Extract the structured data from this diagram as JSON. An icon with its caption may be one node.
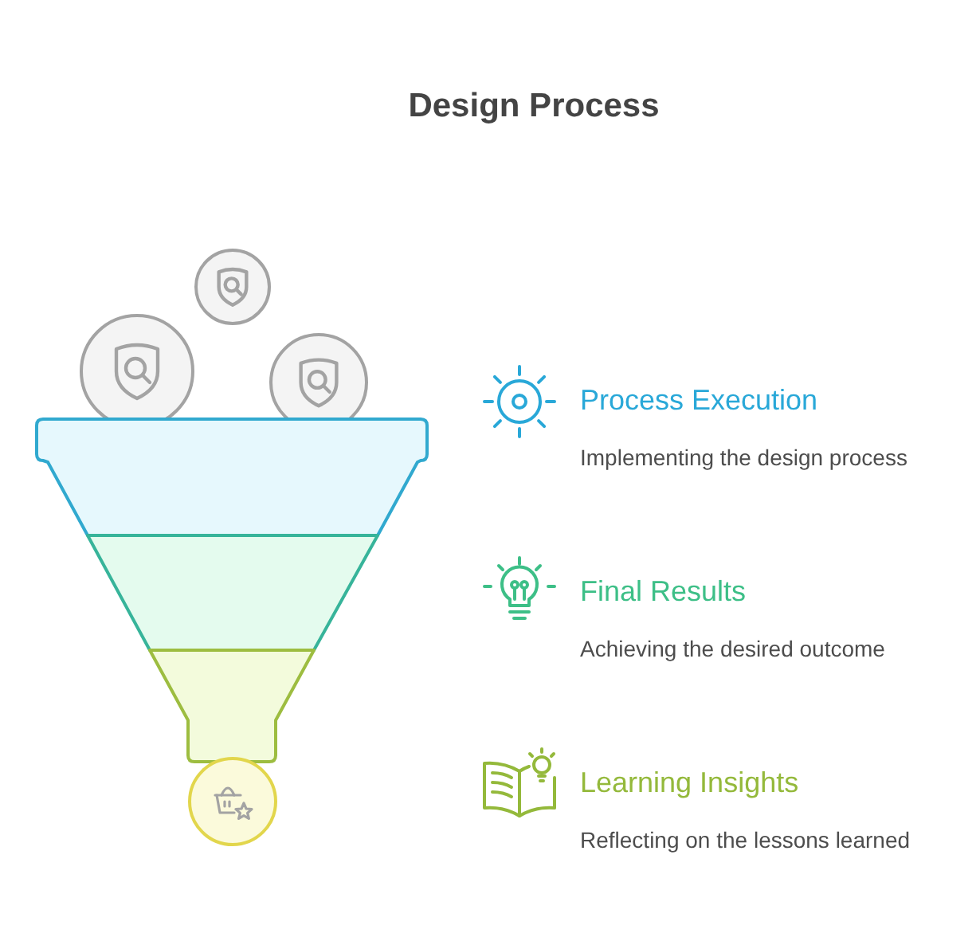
{
  "diagram": {
    "title": "Design Process",
    "nodes": [
      {
        "text": [],
        "shape": "band"
      },
      {
        "text": [],
        "shape": "band"
      },
      {
        "text": [],
        "shape": "band"
      }
    ],
    "labels": [
      "Process Execution",
      "Implementing the design process",
      "Final Results",
      "Achieving the desired outcome",
      "Learning Insights",
      "Reflecting on the lessons learned"
    ]
  }
}
